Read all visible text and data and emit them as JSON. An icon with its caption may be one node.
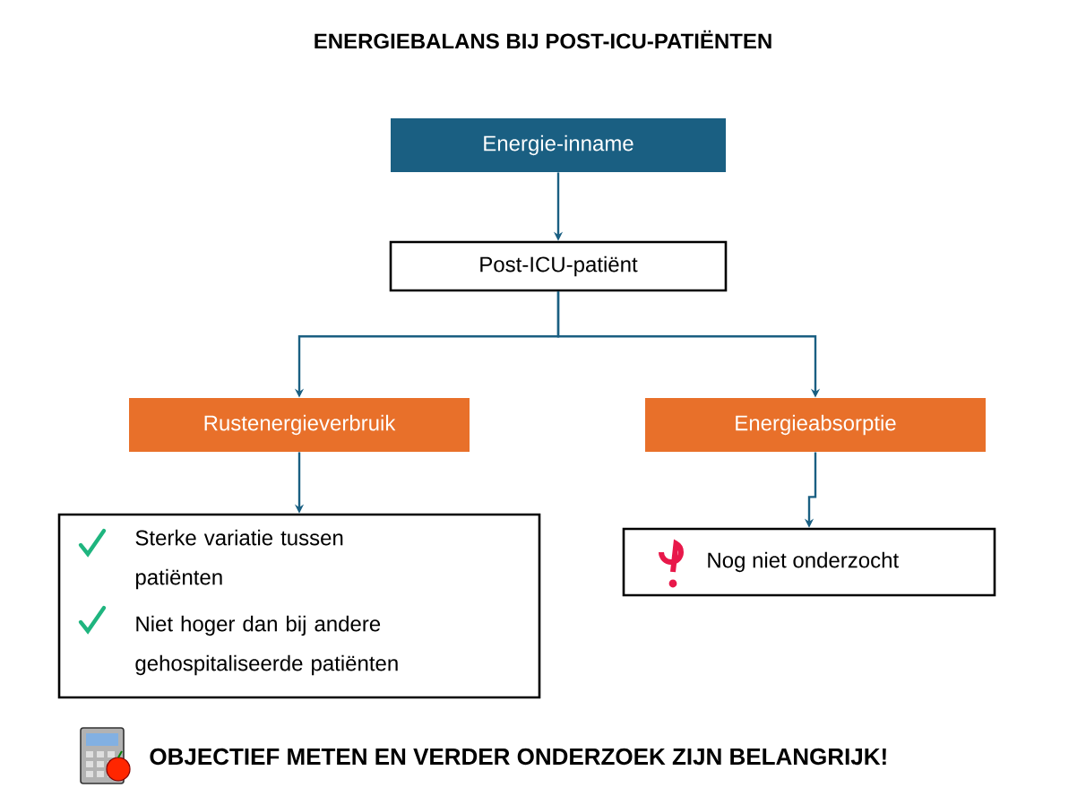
{
  "diagram": {
    "title": "ENERGIEBALANS BIJ POST-ICU-PATIËNTEN",
    "nodes": [
      {
        "text": [
          "Energie-inname"
        ]
      },
      {
        "text": [
          "Post-ICU-patiënt"
        ]
      },
      {
        "text": [
          "Rustenergieverbruik"
        ]
      },
      {
        "text": [
          "Energieabsorptie"
        ]
      },
      {
        "text": [
          "Sterke variatie tussen patiënten",
          "Niet hoger dan bij andere gehospitaliseerde patiënten"
        ]
      },
      {
        "text": [
          "Nog niet onderzocht"
        ]
      }
    ],
    "edges": [
      {
        "from": 0,
        "to": 1,
        "arrow": "to"
      },
      {
        "from": 1,
        "to": 2,
        "arrow": "to"
      },
      {
        "from": 1,
        "to": 3,
        "arrow": "to"
      },
      {
        "from": 2,
        "to": 4,
        "arrow": "to"
      },
      {
        "from": 3,
        "to": 5,
        "arrow": "to"
      }
    ],
    "labels": [
      "OBJECTIEF METEN EN VERDER ONDERZOEK ZIJN BELANGRIJK!"
    ]
  }
}
